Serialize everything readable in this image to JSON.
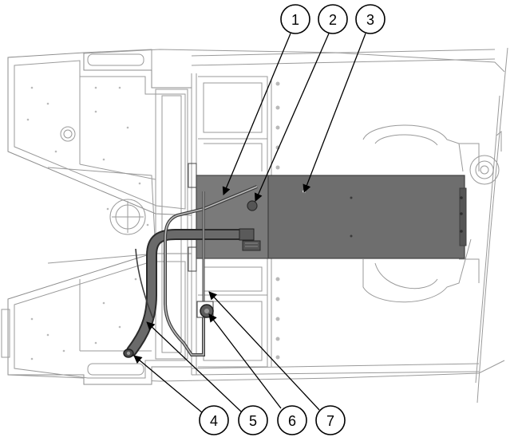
{
  "callouts": [
    {
      "label": "1"
    },
    {
      "label": "2"
    },
    {
      "label": "3"
    },
    {
      "label": "4"
    },
    {
      "label": "5"
    },
    {
      "label": "6"
    },
    {
      "label": "7"
    }
  ],
  "colors": {
    "line_art": "#9a9a9a",
    "tank": "#6e6e6e",
    "hose": "#5a5a5a",
    "callout": "#000000"
  }
}
